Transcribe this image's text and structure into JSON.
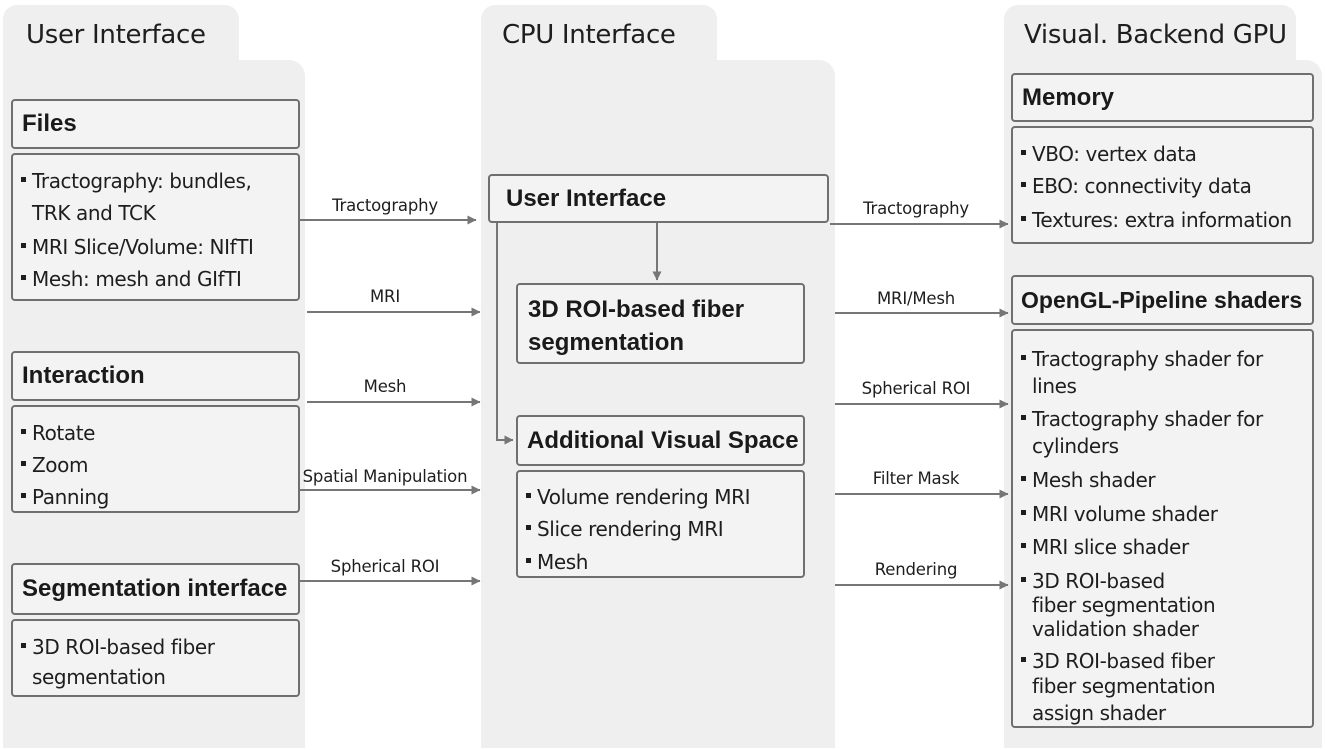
{
  "columns": {
    "left": {
      "title": "User Interface"
    },
    "middle": {
      "title": "CPU Interface"
    },
    "right": {
      "title": "Visual. Backend GPU"
    }
  },
  "left": {
    "files": {
      "title": "Files",
      "items": [
        [
          "Tractography: bundles,",
          "TRK and TCK"
        ],
        [
          "MRI Slice/Volume: NIfTI"
        ],
        [
          "Mesh: mesh and GIfTI"
        ]
      ]
    },
    "interaction": {
      "title": "Interaction",
      "items": [
        [
          "Rotate"
        ],
        [
          "Zoom"
        ],
        [
          "Panning"
        ]
      ]
    },
    "segmentation": {
      "title": "Segmentation interface",
      "items": [
        [
          "3D ROI-based fiber",
          "segmentation"
        ]
      ]
    }
  },
  "middle": {
    "user_interface": {
      "title": "User Interface"
    },
    "roi_seg": {
      "title_lines": [
        "3D ROI-based fiber",
        "segmentation"
      ]
    },
    "visual_space": {
      "title": "Additional Visual Space",
      "items": [
        [
          "Volume rendering MRI"
        ],
        [
          "Slice rendering MRI"
        ],
        [
          "Mesh"
        ]
      ]
    }
  },
  "right": {
    "memory": {
      "title": "Memory",
      "items": [
        [
          "VBO: vertex data"
        ],
        [
          "EBO: connectivity data"
        ],
        [
          "Textures: extra information"
        ]
      ]
    },
    "shaders": {
      "title": "OpenGL-Pipeline shaders",
      "items": [
        [
          "Tractography shader for",
          "lines"
        ],
        [
          "Tractography shader for",
          "cylinders"
        ],
        [
          "Mesh shader"
        ],
        [
          "MRI volume shader"
        ],
        [
          "MRI slice shader"
        ],
        [
          "3D ROI-based",
          "fiber segmentation",
          "validation shader"
        ],
        [
          "3D ROI-based fiber",
          "fiber segmentation",
          "assign shader"
        ]
      ]
    }
  },
  "edges_left": [
    "Tractography",
    "MRI",
    "Mesh",
    "Spatial Manipulation",
    "Spherical ROI"
  ],
  "edges_right": [
    "Tractography",
    "MRI/Mesh",
    "Spherical ROI",
    "Filter Mask",
    "Rendering"
  ]
}
